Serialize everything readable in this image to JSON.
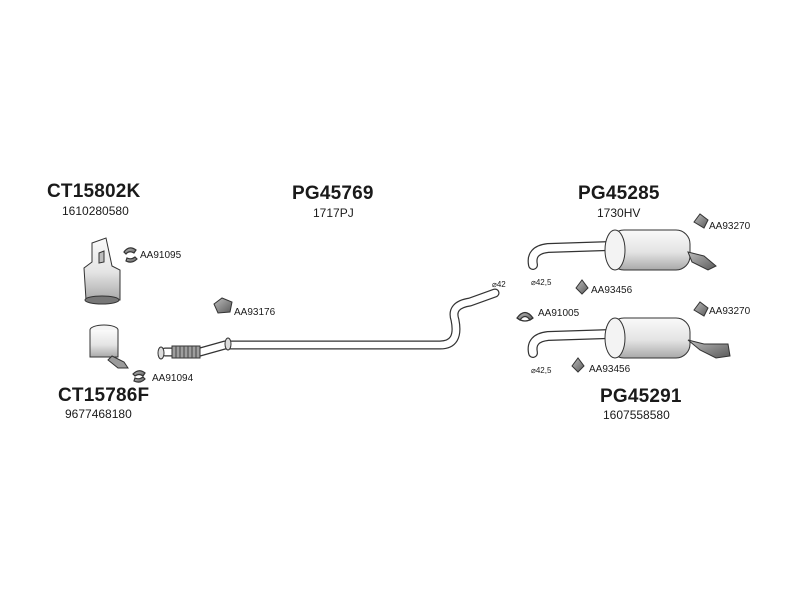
{
  "parts": {
    "cat1": {
      "code": "CT15802K",
      "oe": "1610280580"
    },
    "cat2": {
      "code": "CT15786F",
      "oe": "9677468180"
    },
    "pipe": {
      "code": "PG45769",
      "oe": "1717PJ"
    },
    "rear1": {
      "code": "PG45285",
      "oe": "1730HV"
    },
    "rear2": {
      "code": "PG45291",
      "oe": "1607558580"
    }
  },
  "accessories": {
    "clamp_cat1": "AA91095",
    "clamp_cat2": "AA91094",
    "rubber_mid": "AA93176",
    "clamp_mid": "AA91005",
    "hanger_rear1_top": "AA93270",
    "hanger_rear1_bottom": "AA93456",
    "hanger_rear2_top": "AA93270",
    "hanger_rear2_bottom": "AA93456"
  },
  "dimensions": {
    "pipe_diameter": "⌀42",
    "rear1_diameter": "⌀42,5",
    "rear2_diameter": "⌀42,5"
  },
  "colors": {
    "line": "#333333",
    "shade_light": "#e6e6e6",
    "shade_dark": "#8a8a8a"
  }
}
